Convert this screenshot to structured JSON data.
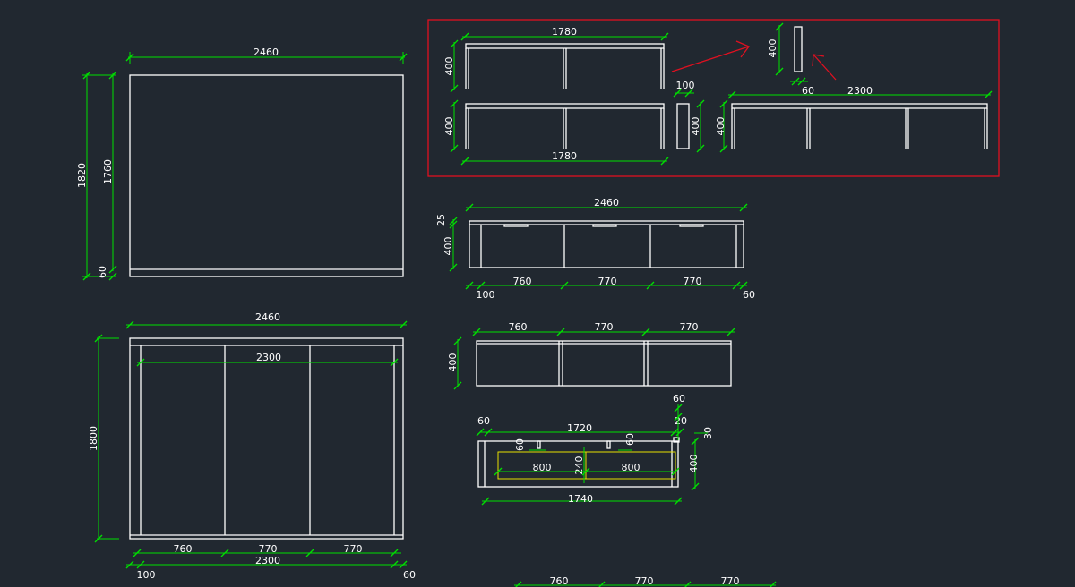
{
  "labels": {
    "plan_width": "2460",
    "plan_h_outer": "1820",
    "plan_h_inner": "1760",
    "plan_base": "60",
    "frame_width": "1780",
    "frame_width_bottom": "1780",
    "frame_h1": "400",
    "frame_h2": "400",
    "post_w": "100",
    "post_h": "400",
    "small_post_h": "400",
    "long_frame_left": "60",
    "long_frame_w": "2300",
    "long_frame_h": "400",
    "cab_top_w": "2460",
    "cab_top_thick": "25",
    "cab_h": "400",
    "cab_seg1": "760",
    "cab_seg2": "770",
    "cab_seg3": "770",
    "cab_left_off": "100",
    "cab_right_off": "60",
    "elev_width": "2460",
    "elev_inner": "2300",
    "elev_height": "1800",
    "elev_seg1": "760",
    "elev_seg2": "770",
    "elev_seg3": "770",
    "elev_bottom_total": "2300",
    "elev_left_off": "100",
    "elev_right_off": "60",
    "box_seg1": "760",
    "box_seg2": "770",
    "box_seg3": "770",
    "box_h": "400",
    "sec_left": "60",
    "sec_top": "1720",
    "sec_right_top": "60",
    "sec_right_mid": "20",
    "sec_right_side": "30",
    "sec_v1": "60",
    "sec_v2": "60",
    "sec_mid": "240",
    "sec_draw1": "800",
    "sec_draw2": "800",
    "sec_h": "400",
    "sec_bottom": "1740",
    "bot_seg1": "760",
    "bot_seg2": "770",
    "bot_seg3": "770"
  }
}
